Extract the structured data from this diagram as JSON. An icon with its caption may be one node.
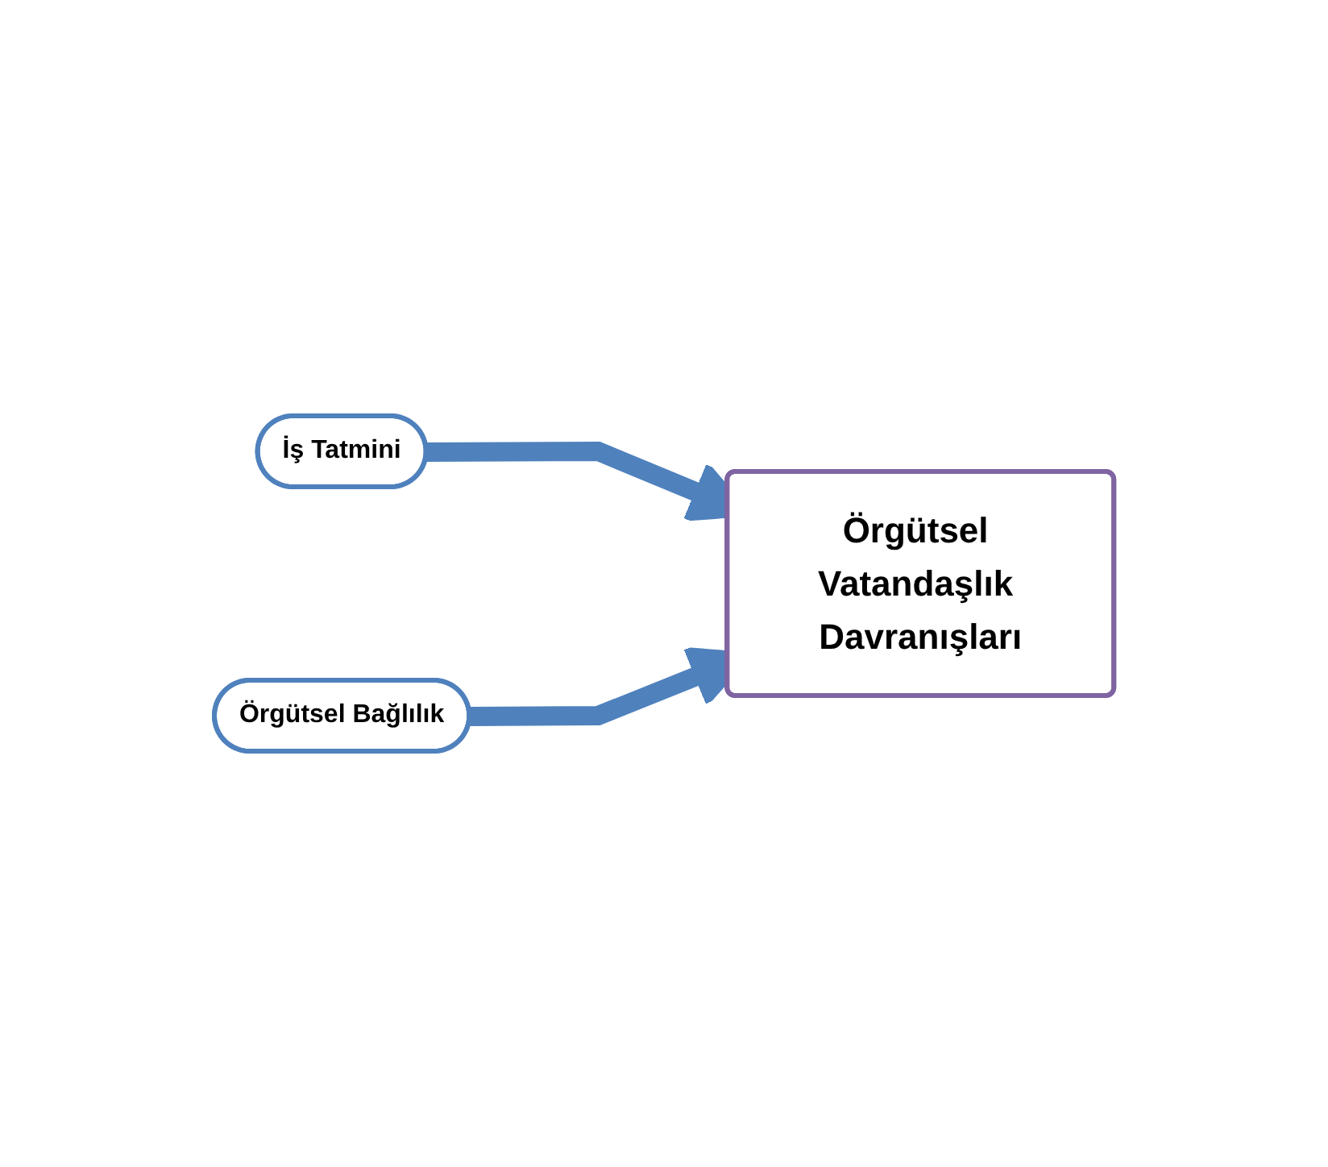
{
  "diagram": {
    "nodes": [
      {
        "text": [
          "İş Tatmini"
        ]
      },
      {
        "text": [
          "Örgütsel Bağlılık"
        ]
      },
      {
        "text": [
          "Örgütsel Vatandaşlık Davranışları"
        ]
      }
    ],
    "edges": [
      {
        "from": 0,
        "to": 2,
        "arrow": "to"
      },
      {
        "from": 1,
        "to": 2,
        "arrow": "to"
      }
    ]
  }
}
